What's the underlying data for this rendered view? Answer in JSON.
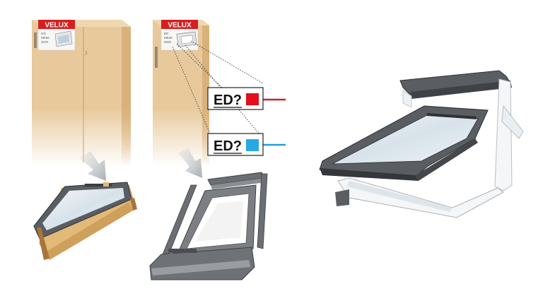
{
  "brand": {
    "logo_text": "VELUX",
    "logo_color": "#d81e1e"
  },
  "box_left": {
    "code_lines": [
      "GG",
      "MK06",
      "2070"
    ]
  },
  "box_middle": {
    "code_lines": [
      "ED",
      "MK06",
      "0000"
    ]
  },
  "callout_red": {
    "label": "ED?",
    "swatch_color": "#e3101c",
    "line_color": "#d0202a"
  },
  "callout_blue": {
    "label": "ED?",
    "swatch_color": "#28a8e4",
    "line_color": "#1e9fe0"
  },
  "colors": {
    "cardboard": "#e8c99c",
    "cardboard_edge": "#d9b27b",
    "pine": "#e3b978",
    "frame_grey": "#5a5e63",
    "frame_dark": "#34373b",
    "glass": "#dfe8ee",
    "white_frame": "#f4f6f7"
  }
}
